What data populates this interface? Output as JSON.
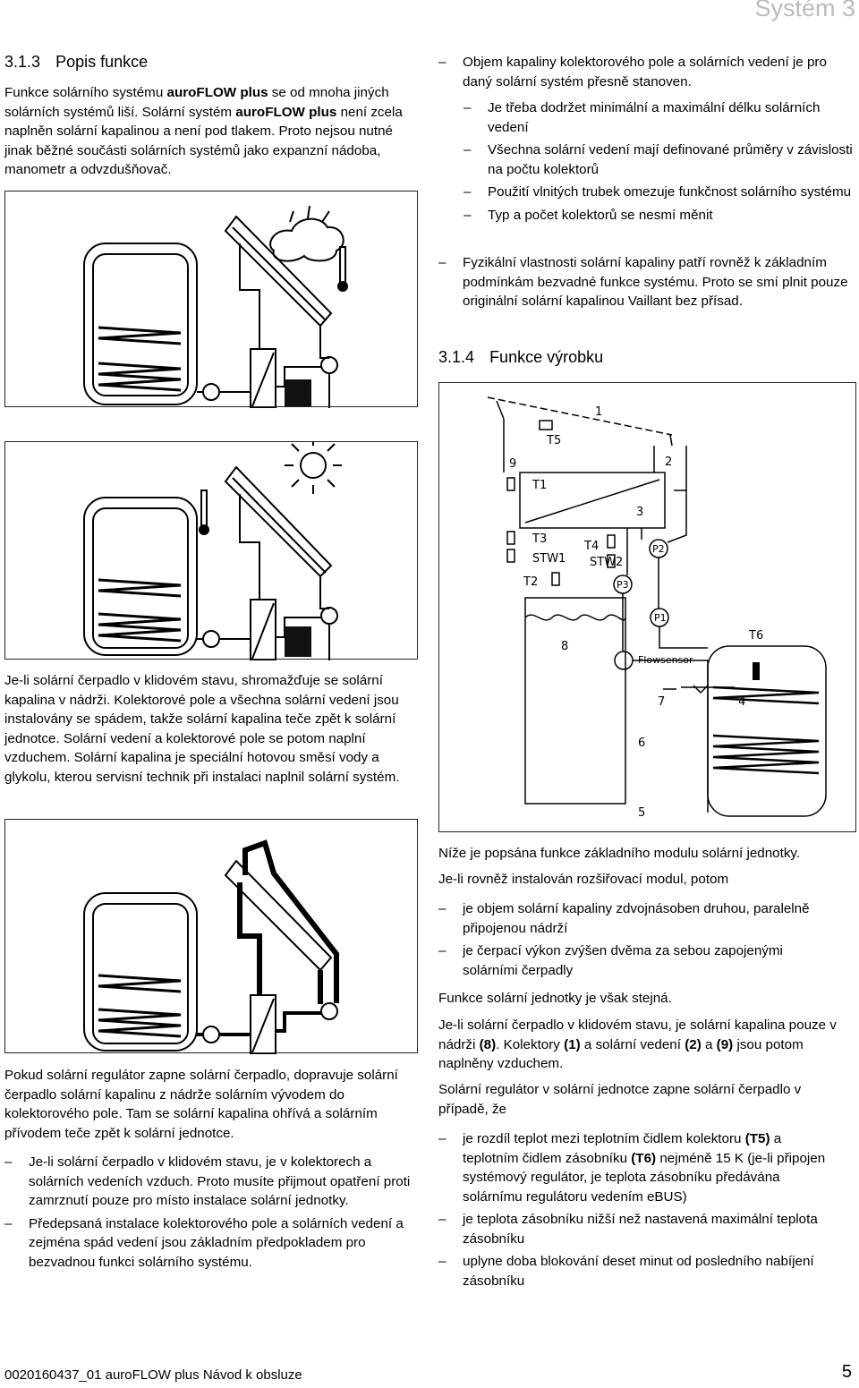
{
  "header": {
    "system": "Systém 3"
  },
  "left": {
    "heading_num": "3.1.3",
    "heading_title": "Popis funkce",
    "intro": [
      "Funkce solárního systému ",
      "auroFLOW plus",
      " se od mnoha jiných solárních systémů liší. Solární systém ",
      "auroFLOW plus",
      " není zcela naplněn solární kapalinou a není pod tlakem. Proto nejsou nutné jinak běžné součásti solárních systémů jako expanzní nádoba, manometr a odvzdušňovač."
    ],
    "para_idle": "Je-li solární čerpadlo v klidovém stavu, shromažďuje se solární kapalina v nádrži. Kolektorové pole a všechna solární vedení jsou instalovány se spádem, takže solární kapalina teče zpět k solární jednotce. Solární vedení a kolektorové pole se potom naplní vzduchem. Solární kapalina je speciální hotovou směsí vody a glykolu, kterou servisní technik při instalaci naplnil solární systém.",
    "para_pump": "Pokud solární regulátor zapne solární čerpadlo, dopravuje solární čerpadlo solární kapalinu z nádrže solárním vývodem do kolektorového pole. Tam se solární kapalina ohřívá a solárním přívodem teče zpět k solární jednotce.",
    "bullets": [
      "Je-li solární čerpadlo v klidovém stavu, je v kolektorech a solárních vedeních vzduch. Proto musíte přijmout opatření proti zamrznutí pouze pro místo instalace solární jednotky.",
      "Předepsaná instalace kolektorového pole a solárních vedení a zejména spád vedení jsou základním předpokladem pro bezvadnou funkci solárního systému."
    ]
  },
  "right": {
    "bullet1": "Objem kapaliny kolektorového pole a solárních vedení je pro daný solární systém přesně stanoven.",
    "sub_bullets": [
      "Je třeba dodržet minimální a maximální délku solárních vedení",
      "Všechna solární vedení mají definované průměry v závislosti na počtu kolektorů",
      "Použití vlnitých trubek omezuje funkčnost solárního systému",
      "Typ a počet kolektorů se nesmí měnit"
    ],
    "bullet2": "Fyzikální vlastnosti solární kapaliny patří rovněž k základním podmínkám bezvadné funkce systému. Proto se smí plnit pouze originální solární kapalinou Vaillant bez přísad.",
    "heading_num": "3.1.4",
    "heading_title": "Funkce výrobku",
    "para1": "Níže je popsána funkce základního modulu solární jednotky.",
    "para2": "Je-li rovněž instalován rozšiřovací modul, potom",
    "bullets_ext": [
      "je objem solární kapaliny zdvojnásoben druhou, paralelně připojenou nádrží",
      "je čerpací výkon zvýšen dvěma za sebou zapojenými solárními čerpadly"
    ],
    "para3": "Funkce solární jednotky je však stejná.",
    "para4": [
      "Je-li solární čerpadlo v klidovém stavu, je solární kapalina pouze v nádrži ",
      "(8)",
      ". Kolektory ",
      "(1)",
      " a solární vedení ",
      "(2)",
      " a ",
      "(9)",
      " jsou potom naplněny vzduchem."
    ],
    "para5": "Solární regulátor v solární jednotce zapne solární čerpadlo v případě, že",
    "conditions": [
      [
        "je rozdíl teplot mezi teplotním čidlem kolektoru ",
        "(T5)",
        " a teplotním čidlem zásobníku ",
        "(T6)",
        " nejméně 15 K (je-li připojen systémový regulátor, je teplota zásobníku předávána solárnímu regulátoru vedením eBUS)"
      ],
      [
        "je teplota zásobníku nižší než nastavená maximální teplota zásobníku"
      ],
      [
        "uplyne doba blokování deset minut od posledního nabíjení zásobníku"
      ]
    ]
  },
  "diagram_labels": {
    "n1": "1",
    "n2": "2",
    "n3": "3",
    "n4": "4",
    "n5": "5",
    "n6": "6",
    "n7": "7",
    "n8": "8",
    "n9": "9",
    "T1": "T1",
    "T2": "T2",
    "T3": "T3",
    "T4": "T4",
    "T5": "T5",
    "T6": "T6",
    "STW1": "STW1",
    "STW2": "STW2",
    "P1": "P1",
    "P2": "P2",
    "P3": "P3",
    "flow": "Flowsensor"
  },
  "footer": {
    "doc": "0020160437_01 auroFLOW plus Návod k obsluze",
    "page": "5"
  }
}
